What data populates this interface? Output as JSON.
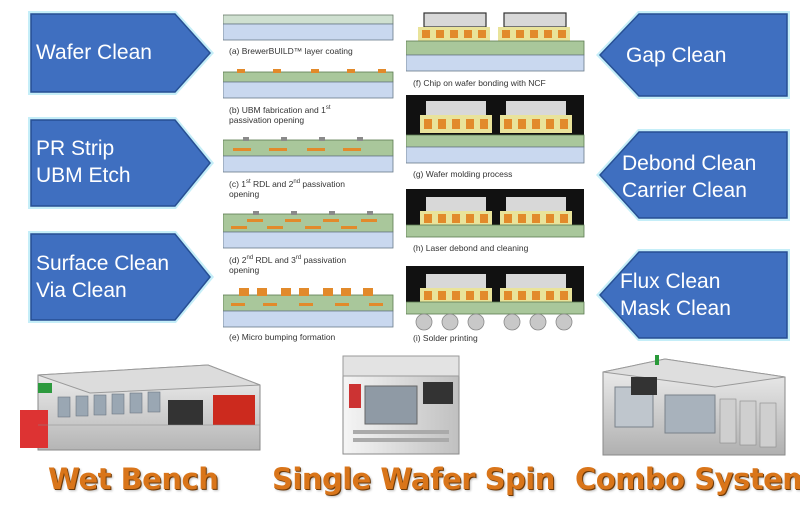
{
  "left_processes": [
    {
      "line1": "Wafer Clean",
      "line2": ""
    },
    {
      "line1": "PR Strip",
      "line2": "UBM Etch"
    },
    {
      "line1": "Surface Clean",
      "line2": "Via Clean"
    }
  ],
  "right_processes": [
    {
      "line1": "Gap Clean",
      "line2": ""
    },
    {
      "line1": "Debond Clean",
      "line2": "Carrier Clean"
    },
    {
      "line1": "Flux Clean",
      "line2": "Mask Clean"
    }
  ],
  "steps_left": [
    {
      "label": "(a) BrewerBUILD™ layer coating",
      "label2": ""
    },
    {
      "label": "(b) UBM fabrication and 1",
      "sup": "st",
      "label2": "passivation opening"
    },
    {
      "label": "(c) 1",
      "sup": "st",
      "mid": " RDL and 2",
      "sup2": "nd",
      "end": " passivation",
      "label2": "opening"
    },
    {
      "label": "(d) 2",
      "sup": "nd",
      "mid": "  RDL and 3",
      "sup2": "rd",
      "end": " passivation",
      "label2": "opening"
    },
    {
      "label": "(e) Micro bumping formation",
      "label2": ""
    }
  ],
  "steps_right": [
    {
      "label": "(f) Chip on wafer bonding with NCF"
    },
    {
      "label": "(g) Wafer molding process"
    },
    {
      "label": "(h) Laser debond and cleaning"
    },
    {
      "label": "(i) Solder printing"
    }
  ],
  "equipment": [
    {
      "name": "Wet Bench"
    },
    {
      "name": "Single Wafer Spin"
    },
    {
      "name": "Combo System"
    }
  ],
  "colors": {
    "arrow_fill": "#3f6fc0",
    "arrow_edge": "#274f93",
    "arrow_glow": "#9fe2f3",
    "label_orange": "#d9751a",
    "substrate": "#c9d8ef",
    "layer_green": "#a9c79b",
    "bump_orange": "#e28a2b",
    "mold_black": "#111111",
    "chip_gray": "#d8d8d8"
  }
}
